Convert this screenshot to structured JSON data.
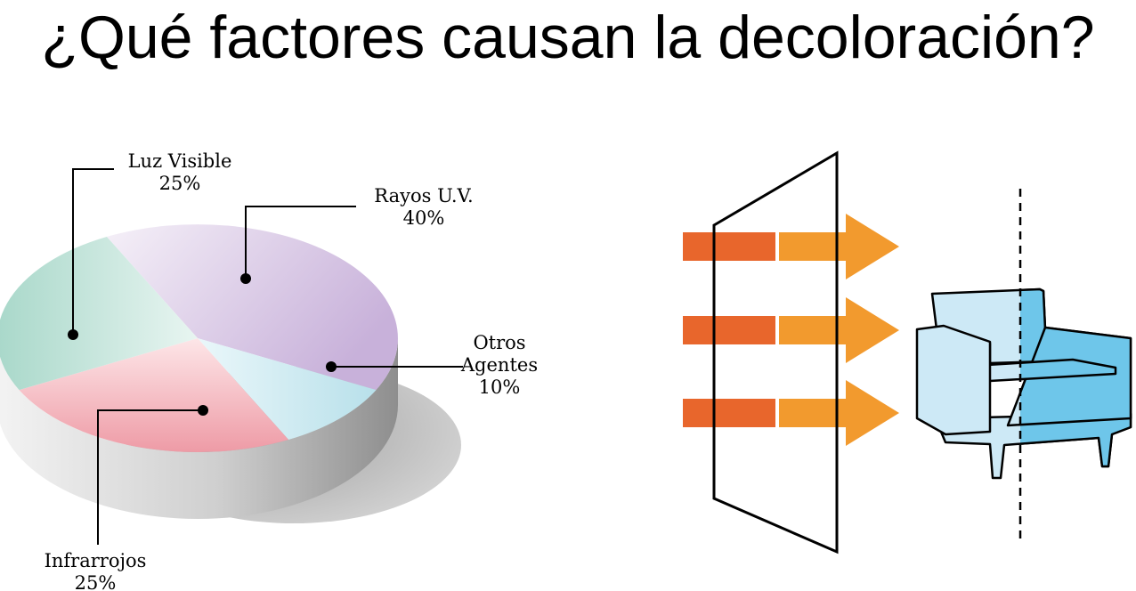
{
  "title": "¿Qué factores causan la decoloración?",
  "chart_data": {
    "type": "pie",
    "slices": [
      {
        "label": "Rayos U.V.",
        "value_label": "40%",
        "value": 40,
        "color": "#cdb6dc"
      },
      {
        "label": "Otros Agentes",
        "value_label": "10%",
        "value": 10,
        "color": "#c3e6ee"
      },
      {
        "label": "Infrarrojos",
        "value_label": "25%",
        "value": 25,
        "color": "#ee9ea8"
      },
      {
        "label": "Luz Visible",
        "value_label": "25%",
        "value": 25,
        "color": "#b4ddd2"
      }
    ]
  },
  "colors": {
    "arrow_dark": "#e8662c",
    "arrow_light": "#f29a2e",
    "chair_light": "#cde9f6",
    "chair_dark": "#6ec6ea"
  }
}
